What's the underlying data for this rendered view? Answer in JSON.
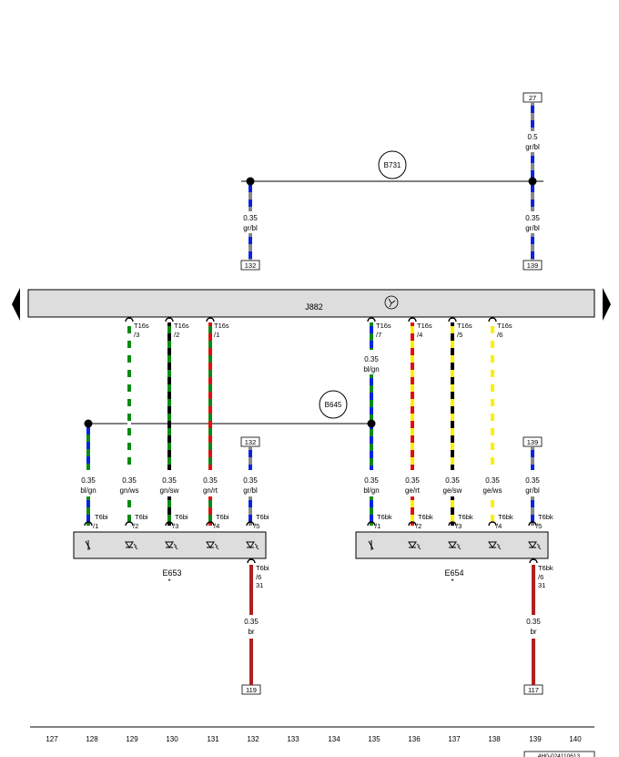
{
  "diagram": {
    "control_unit": {
      "label": "J882"
    },
    "splices": [
      {
        "id": "top-splice",
        "label": "B731"
      },
      {
        "id": "mid-splice",
        "label": "B645"
      }
    ],
    "top_wires": [
      {
        "id": "wire-132-top",
        "size": "0.35",
        "color": "gr/bl",
        "ref": "132",
        "colors": [
          "#0a23e0",
          "#888888"
        ]
      },
      {
        "id": "wire-139-upper",
        "size": "0.5",
        "color": "gr/bl",
        "ref": "27",
        "colors": [
          "#0a23e0",
          "#888888"
        ]
      },
      {
        "id": "wire-139-lower",
        "size": "0.35",
        "color": "gr/bl",
        "ref": "139",
        "colors": [
          "#0a23e0",
          "#888888"
        ]
      }
    ],
    "unit_pins": [
      {
        "pin": "T16s",
        "sub": "/3",
        "colors": [
          "#0a8a14",
          "#ffffff"
        ]
      },
      {
        "pin": "T16s",
        "sub": "/2",
        "colors": [
          "#0a8a14",
          "#000000"
        ]
      },
      {
        "pin": "T16s",
        "sub": "/1",
        "colors": [
          "#0a8a14",
          "#e01010"
        ]
      },
      {
        "pin": "T16s",
        "sub": "/7",
        "size": "0.35",
        "color": "bl/gn",
        "colors": [
          "#0a23e0",
          "#0a8a14"
        ]
      },
      {
        "pin": "T16s",
        "sub": "/4",
        "colors": [
          "#ffee00",
          "#e01010"
        ]
      },
      {
        "pin": "T16s",
        "sub": "/5",
        "colors": [
          "#ffee00",
          "#000000"
        ]
      },
      {
        "pin": "T16s",
        "sub": "/6",
        "colors": [
          "#ffee00",
          "#ffffff"
        ]
      }
    ],
    "ref_boxes": [
      "132",
      "139"
    ],
    "bottom_wires": [
      {
        "size": "0.35",
        "color": "bl/gn",
        "pin": "T6bi",
        "sub": "/1",
        "colors": [
          "#0a23e0",
          "#0a8a14"
        ]
      },
      {
        "size": "0.35",
        "color": "gn/ws",
        "pin": "T6bi",
        "sub": "/2",
        "colors": [
          "#0a8a14",
          "#ffffff"
        ]
      },
      {
        "size": "0.35",
        "color": "gn/sw",
        "pin": "T6bi",
        "sub": "/3",
        "colors": [
          "#0a8a14",
          "#000000"
        ]
      },
      {
        "size": "0.35",
        "color": "gn/rt",
        "pin": "T6bi",
        "sub": "/4",
        "colors": [
          "#0a8a14",
          "#e01010"
        ]
      },
      {
        "size": "0.35",
        "color": "gr/bl",
        "pin": "T6bi",
        "sub": "/5",
        "colors": [
          "#0a23e0",
          "#888888"
        ]
      },
      {
        "size": "0.35",
        "color": "bl/gn",
        "pin": "T6bk",
        "sub": "/1",
        "colors": [
          "#0a23e0",
          "#0a8a14"
        ]
      },
      {
        "size": "0.35",
        "color": "ge/rt",
        "pin": "T6bk",
        "sub": "/2",
        "colors": [
          "#ffee00",
          "#e01010"
        ]
      },
      {
        "size": "0.35",
        "color": "ge/sw",
        "pin": "T6bk",
        "sub": "/3",
        "colors": [
          "#ffee00",
          "#000000"
        ]
      },
      {
        "size": "0.35",
        "color": "ge/ws",
        "pin": "T6bk",
        "sub": "/4",
        "colors": [
          "#ffee00",
          "#ffffff"
        ]
      },
      {
        "size": "0.35",
        "color": "gr/bl",
        "pin": "T6bk",
        "sub": "/5",
        "colors": [
          "#0a23e0",
          "#888888"
        ]
      }
    ],
    "components": [
      {
        "id": "E653",
        "label": "E653",
        "star": "*",
        "ground_pin": "T6bi",
        "ground_sub": "/6",
        "ground_num": "31",
        "ground_size": "0.35",
        "ground_color": "br",
        "ground_ref": "119"
      },
      {
        "id": "E654",
        "label": "E654",
        "star": "*",
        "ground_pin": "T6bk",
        "ground_sub": "/6",
        "ground_num": "31",
        "ground_size": "0.35",
        "ground_color": "br",
        "ground_ref": "117"
      }
    ],
    "ground_wire_color": "#b02020",
    "column_numbers": [
      "127",
      "128",
      "129",
      "130",
      "131",
      "132",
      "133",
      "134",
      "135",
      "136",
      "137",
      "138",
      "139",
      "140"
    ],
    "doc_id": "4H0-024110613"
  }
}
